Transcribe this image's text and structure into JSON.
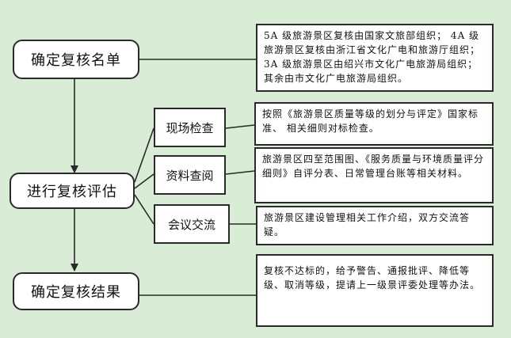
{
  "steps": {
    "confirm_list": "确定复核名单",
    "review_eval": "进行复核评估",
    "confirm_result": "确定复核结果"
  },
  "methods": {
    "site_check": "现场检查",
    "doc_review": "资料查阅",
    "meeting": "会议交流"
  },
  "notes": {
    "organizers": "5A 级旅游景区复核由国家文旅部组织； 4A 级旅游景区复核由浙江省文化广电和旅游厅组织；3A 级旅游景区由绍兴市文化广电旅游局组织；其余由市文化广电旅游局组织。",
    "site_check": "按照《旅游景区质量等级的划分与评定》国家标准、 相关细则对标检查。",
    "doc_review": "旅游景区四至范围图、《服务质量与环境质量评分细则》自评分表、日常管理台账等相关材料。",
    "meeting": "旅游景区建设管理相关工作介绍，双方交流答疑。",
    "result": "复核不达标的，给予警告、通报批评、降低等级、取消等级，提请上一级景评委处理等办法。"
  }
}
